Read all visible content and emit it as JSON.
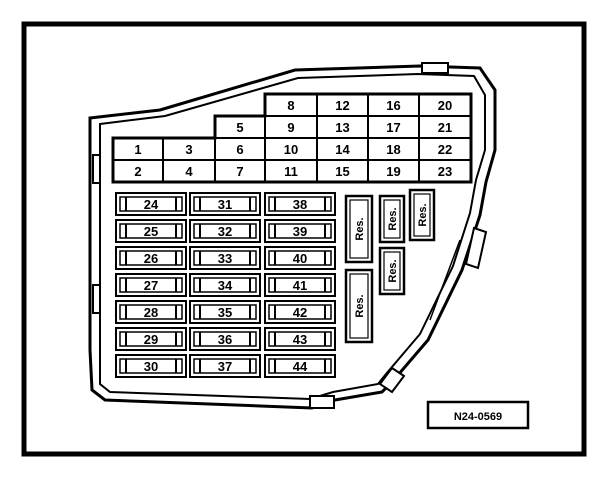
{
  "diagram": {
    "grid_rows": [
      [
        "",
        "",
        "",
        "8",
        "12",
        "16",
        "20"
      ],
      [
        "",
        "",
        "5",
        "9",
        "13",
        "17",
        "21"
      ],
      [
        "1",
        "3",
        "6",
        "10",
        "14",
        "18",
        "22"
      ],
      [
        "2",
        "4",
        "7",
        "11",
        "15",
        "19",
        "23"
      ]
    ],
    "fuse_columns": [
      [
        "24",
        "25",
        "26",
        "27",
        "28",
        "29",
        "30"
      ],
      [
        "31",
        "32",
        "33",
        "34",
        "35",
        "36",
        "37"
      ],
      [
        "38",
        "39",
        "40",
        "41",
        "42",
        "43",
        "44"
      ]
    ],
    "reserved_slots": [
      "Res.",
      "Res.",
      "Res.",
      "Res.",
      "Res."
    ],
    "reference_code": "N24-0569"
  }
}
